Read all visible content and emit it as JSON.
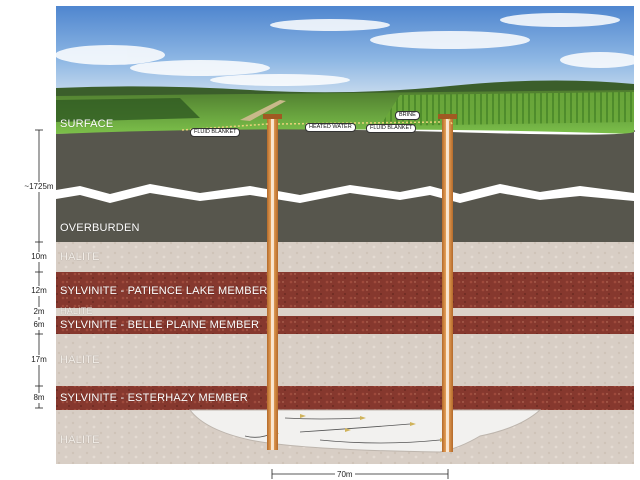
{
  "layers": {
    "surface": "SURFACE",
    "overburden": "OVERBURDEN",
    "halite_1": "HALITE",
    "patience_lake": "SYLVINITE - PATIENCE LAKE MEMBER",
    "halite_2": "HALITE",
    "belle_plaine": "SYLVINITE - BELLE PLAINE MEMBER",
    "halite_3": "HALITE",
    "esterhazy": "SYLVINITE - ESTERHAZY MEMBER",
    "halite_4": "HALITE"
  },
  "depths": {
    "overburden": "~1725m",
    "halite_1": "10m",
    "patience_lake": "12m",
    "halite_2": "2m",
    "belle_plaine": "6m",
    "halite_3": "17m",
    "esterhazy": "8m"
  },
  "callouts": {
    "fluid_blanket_left": "FLUID BLANKET",
    "heated_water": "HEATED WATER",
    "brine": "BRINE",
    "fluid_blanket_right": "FLUID BLANKET"
  },
  "well_spacing": "70m",
  "colors": {
    "sky": "#6f9fd6",
    "field": "#5f9a3c",
    "overburden": "#57564d",
    "halite": "#d9cfc6",
    "sylvinite": "#8a3a30",
    "well": "#d98a3a"
  }
}
